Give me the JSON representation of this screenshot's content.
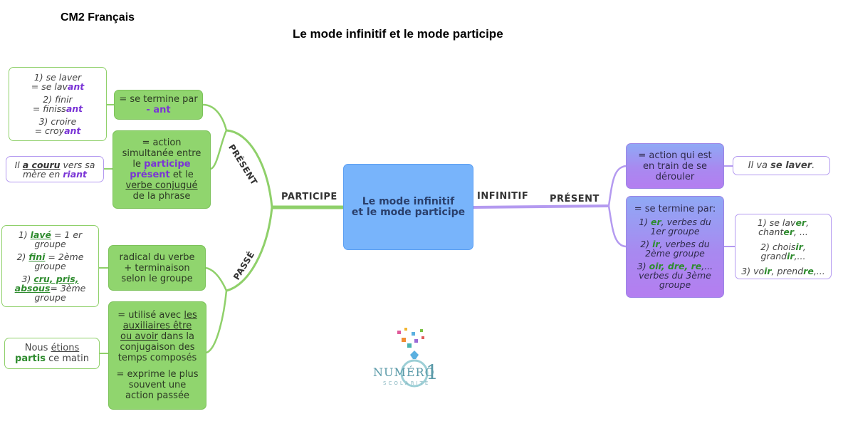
{
  "header": {
    "course": "CM2 Français",
    "title": "Le mode infinitif et le mode participe"
  },
  "center": {
    "line1": "Le mode infinitif",
    "line2": "et le mode participe"
  },
  "branches": {
    "participe": "PARTICIPE",
    "infinitif": "INFINITIF",
    "present_left": "PRÉSENT",
    "passe": "PASSÉ",
    "present_right": "PRÉSENT"
  },
  "pp_end": {
    "a": "= se termine par",
    "b": "- ant"
  },
  "pp_ex": {
    "l1a": "1) se laver",
    "l1b": "= se lav",
    "l1c": "ant",
    "l2a": "2) finir",
    "l2b": "= finiss",
    "l2c": "ant",
    "l3a": "3) croire",
    "l3b": "= croy",
    "l3c": "ant"
  },
  "pp_sim": {
    "a": "= action",
    "b": "simultanée entre",
    "c": "le ",
    "d": "participe",
    "e": "présent",
    "f": " et le",
    "g": "verbe conjugué",
    "h": "de la phrase"
  },
  "pp_ex2": {
    "a": "Il ",
    "b": "a couru",
    "c": " vers sa",
    "d": "mère en ",
    "e": "riant"
  },
  "ps_rad": {
    "a": "radical du verbe",
    "b": "+ terminaison",
    "c": "selon le groupe"
  },
  "ps_ex": {
    "l1a": "1) ",
    "l1b": "lavé",
    "l1c": " = 1 er",
    "l1d": "groupe",
    "l2a": "2) ",
    "l2b": "fini",
    "l2c": " = 2ème",
    "l2d": "groupe",
    "l3a": "3) ",
    "l3b": "cru, pris,",
    "l3c": "absous",
    "l3d": "= 3ème",
    "l3e": "groupe"
  },
  "ps_use": {
    "a": "= utilisé avec ",
    "b": "les",
    "c": "auxiliaires être",
    "d": "ou avoir",
    "e": " dans la",
    "f": "conjugaison des",
    "g": "temps composés",
    "h": "= exprime le plus",
    "i": "souvent une",
    "j": "action passée"
  },
  "ps_ex2": {
    "a": "Nous ",
    "b": "étions",
    "c": "partis",
    "d": " ce matin"
  },
  "ip_action": {
    "a": "= action qui est",
    "b": "en train de se",
    "c": "dérouler"
  },
  "ip_ex1": {
    "a": "Il va ",
    "b": "se laver",
    "c": "."
  },
  "ip_end": {
    "a": "= se termine par:",
    "b1": "1) ",
    "b2": "er",
    "b3": ", verbes du",
    "b4": "1er groupe",
    "c1": "2) ",
    "c2": "ir",
    "c3": ", verbes du",
    "c4": "2ème groupe",
    "d1": "3) ",
    "d2": "oir, dre, re",
    "d3": ",...",
    "d4": "verbes du 3ème",
    "d5": "groupe"
  },
  "ip_ex2": {
    "a1": "1) se lav",
    "a2": "er",
    "a3": ",",
    "a4": "chant",
    "a5": "er",
    "a6": ", ...",
    "b1": "2) chois",
    "b2": "ir",
    "b3": ",",
    "b4": "grand",
    "b5": "ir",
    "b6": ",...",
    "c1": "3) vo",
    "c2": "ir",
    "c3": ", prend",
    "c4": "re",
    "c5": ",..."
  },
  "logo": {
    "word": "NUMÉRO",
    "digit": "1",
    "sub": "SCOLARITÉ"
  },
  "colors": {
    "green": "#90d56e",
    "blue": "#78b4fb",
    "purple": "#a889f0",
    "line_green": "#8fd06a",
    "line_purple": "#b49af0"
  }
}
